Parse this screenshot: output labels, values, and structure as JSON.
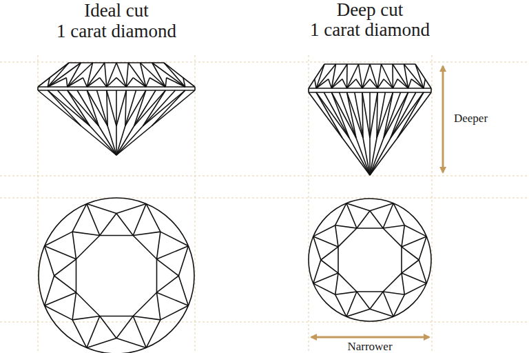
{
  "diagram": {
    "labels": [
      "Ideal cut",
      "1 carat diamond",
      "Deep cut",
      "1 carat diamond",
      "Deeper",
      "Narrower"
    ]
  }
}
